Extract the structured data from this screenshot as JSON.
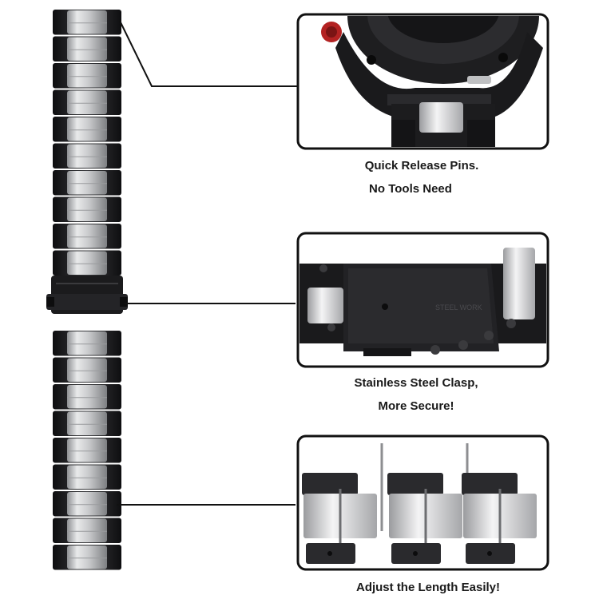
{
  "captions": {
    "pins_line1": "Quick Release Pins.",
    "pins_line2": "No Tools Need",
    "clasp_line1": "Stainless Steel Clasp,",
    "clasp_line2": "More Secure!",
    "adjust_line1": "Adjust the Length Easily!"
  },
  "colors": {
    "black_link": "#1c1c1e",
    "silver_link": "#c9cacc",
    "silver_highlight": "#eeeeef",
    "panel_border": "#111111",
    "caption_text": "#1a1a1a"
  }
}
